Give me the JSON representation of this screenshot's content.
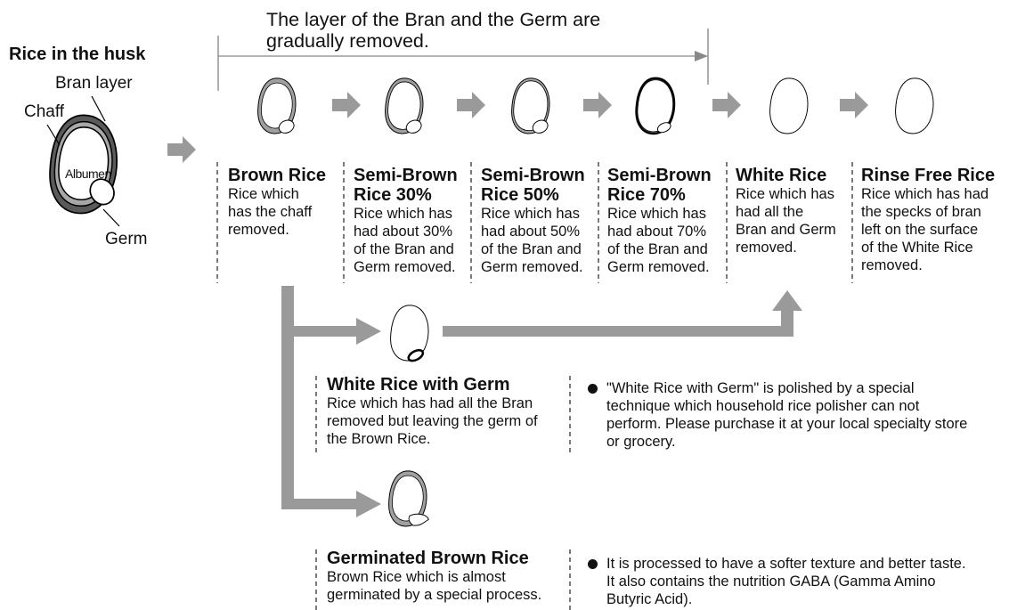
{
  "banner": {
    "line1": "The layer of the Bran and the Germ are",
    "line2": "gradually removed."
  },
  "husk": {
    "title": "Rice in the husk",
    "bran_label": "Bran layer",
    "chaff_label": "Chaff",
    "albumen_label": "Albumen",
    "germ_label": "Germ"
  },
  "stages": [
    {
      "title1": "Brown Rice",
      "title2": "",
      "desc": [
        "Rice which",
        "has the chaff",
        "removed."
      ]
    },
    {
      "title1": "Semi-Brown",
      "title2": "Rice 30%",
      "desc": [
        "Rice which has",
        "had about 30%",
        "of the Bran and",
        "Germ removed."
      ]
    },
    {
      "title1": "Semi-Brown",
      "title2": "Rice 50%",
      "desc": [
        "Rice which has",
        "had about 50%",
        "of the Bran and",
        "Germ removed."
      ]
    },
    {
      "title1": "Semi-Brown",
      "title2": "Rice 70%",
      "desc": [
        "Rice which has",
        "had about 70%",
        "of the Bran and",
        "Germ removed."
      ]
    },
    {
      "title1": "White Rice",
      "title2": "",
      "desc": [
        "Rice which has",
        "had all the",
        "Bran and Germ",
        "removed."
      ]
    },
    {
      "title1": "Rinse Free Rice",
      "title2": "",
      "desc": [
        "Rice which has had",
        "the specks of bran",
        "left on the surface",
        "of the White Rice",
        "removed."
      ]
    }
  ],
  "germ_rice": {
    "title": "White Rice with Germ",
    "desc": [
      "Rice which has had all the Bran",
      "removed but leaving the germ of",
      "the Brown Rice."
    ],
    "note": [
      "\"White Rice with Germ\" is polished by a special",
      "technique which household rice polisher can not",
      "perform. Please purchase it at your local specialty store",
      "or grocery."
    ]
  },
  "germinated": {
    "title": "Germinated Brown Rice",
    "desc": [
      "Brown Rice which is almost",
      "germinated by a special process."
    ],
    "note": [
      "It is processed to have a softer texture and better taste.",
      "It also contains the nutrition GABA (Gamma Amino",
      "Butyric Acid)."
    ]
  },
  "colors": {
    "arrow": "#9a9a9a",
    "bran": "#9e9e9e",
    "chaff": "#555555",
    "line": "#000000"
  }
}
